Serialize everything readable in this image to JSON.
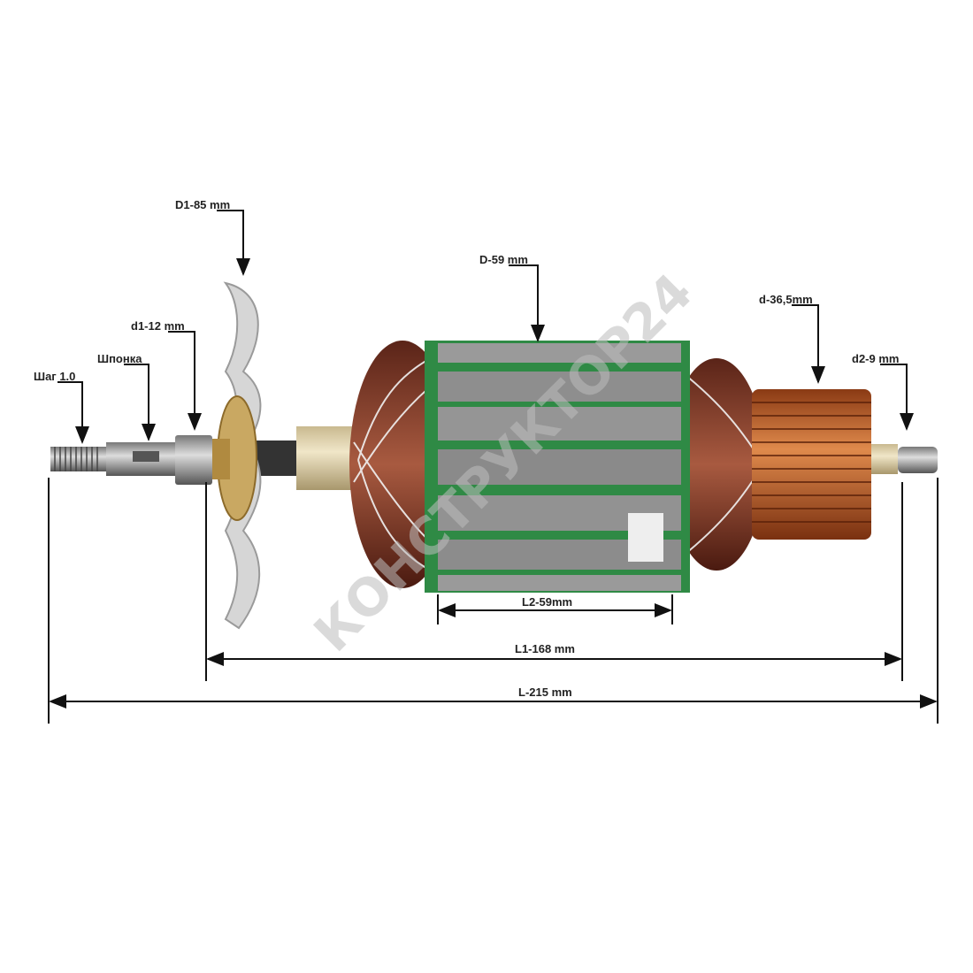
{
  "labels": {
    "d1_fan": "D1-85 mm",
    "d_core": "D-59 mm",
    "d_commutator": "d-36,5mm",
    "d2_shaft": "d2-9 mm",
    "d1_shaft": "d1-12 mm",
    "key": "Шпонка",
    "thread_pitch": "Шаг 1.0",
    "l2": "L2-59mm",
    "l1": "L1-168 mm",
    "l": "L-215 mm"
  },
  "watermark": "КОНСТРУКТОР24",
  "colors": {
    "dimension": "#111111",
    "core": "#8e8e8e",
    "insulation": "#2f8a45",
    "copper": "#c8662e",
    "winding": "#7a3a28",
    "fan": "#d2d2d2"
  }
}
